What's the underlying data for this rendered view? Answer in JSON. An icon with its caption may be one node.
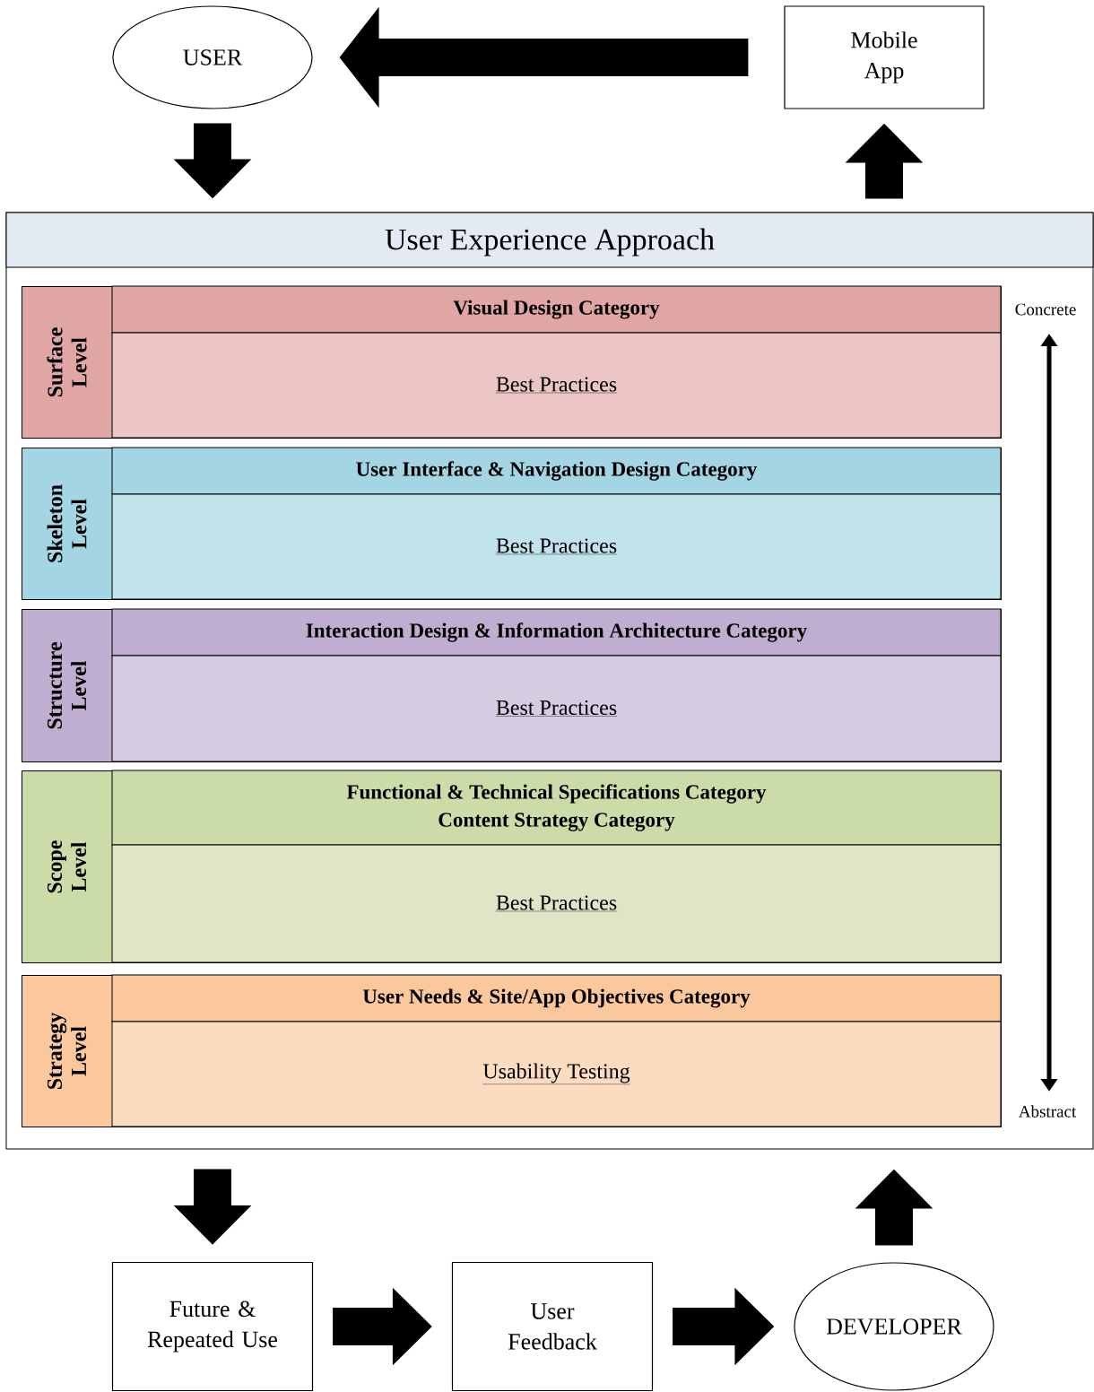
{
  "diagram": {
    "nodes": [
      {
        "text": [
          "USER"
        ]
      },
      {
        "text": [
          "Mobile App"
        ]
      },
      {
        "text": [
          "User Experience Approach"
        ]
      },
      {
        "text": [
          "Surface Level"
        ],
        "in": 2
      },
      {
        "text": [
          "Visual Design Category"
        ],
        "in": 3
      },
      {
        "text": [
          "Best Practices"
        ],
        "in": 3
      },
      {
        "text": [
          "Skeleton Level"
        ],
        "in": 2
      },
      {
        "text": [
          "User Interface & Navigation Design Category"
        ],
        "in": 6
      },
      {
        "text": [
          "Best Practices"
        ],
        "in": 6
      },
      {
        "text": [
          "Structure Level"
        ],
        "in": 2
      },
      {
        "text": [
          "Interaction Design & Information Architecture Category"
        ],
        "in": 9
      },
      {
        "text": [
          "Best Practices"
        ],
        "in": 9
      },
      {
        "text": [
          "Scope Level"
        ],
        "in": 2
      },
      {
        "text": [
          "Functional & Technical Specifications Category",
          "Content Strategy Category"
        ],
        "in": 12
      },
      {
        "text": [
          "Best Practices"
        ],
        "in": 12
      },
      {
        "text": [
          "Strategy Level"
        ],
        "in": 2
      },
      {
        "text": [
          "User Needs & Site/App Objectives Category"
        ],
        "in": 15
      },
      {
        "text": [
          "Usability Testing"
        ],
        "in": 15
      },
      {
        "text": [
          "Future & Repeated Use"
        ]
      },
      {
        "text": [
          "User Feedback"
        ]
      },
      {
        "text": [
          "DEVELOPER"
        ]
      }
    ],
    "edges": [
      {
        "from": 1,
        "to": 0,
        "arrow": "to"
      },
      {
        "from": 0,
        "to": 2,
        "arrow": "to"
      },
      {
        "from": 2,
        "to": 1,
        "arrow": "to"
      },
      {
        "from": 2,
        "to": 18,
        "arrow": "to"
      },
      {
        "from": 18,
        "to": 19,
        "arrow": "to"
      },
      {
        "from": 19,
        "to": 20,
        "arrow": "to"
      },
      {
        "from": 20,
        "to": 2,
        "arrow": "to"
      }
    ],
    "labels": [
      "Concrete",
      "Abstract"
    ]
  }
}
